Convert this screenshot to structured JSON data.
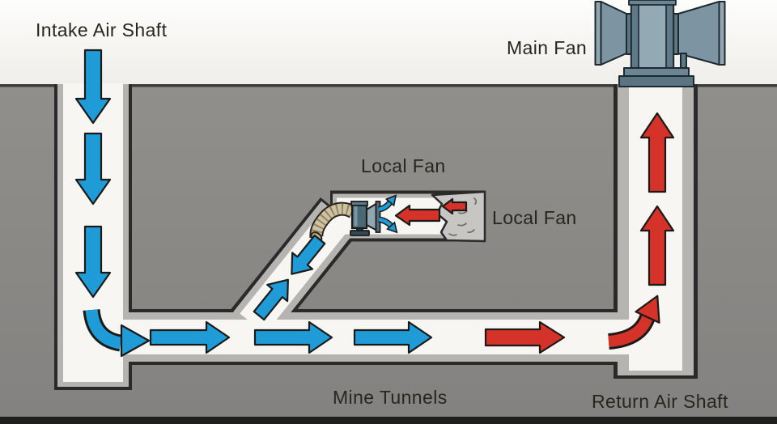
{
  "title": "Mine ventilation diagram",
  "labels": {
    "intake_shaft": "Intake Air Shaft",
    "main_fan": "Main Fan",
    "local_fan_top": "Local Fan",
    "local_fan_right": "Local Fan",
    "mine_tunnels": "Mine Tunnels",
    "return_shaft": "Return Air Shaft"
  },
  "colors": {
    "intake_air": "#1f9cd8",
    "return_air": "#d53229",
    "arrow_outline": "#1a1a18",
    "sky": "#fcfbf8",
    "ground": "#8e8d8a",
    "ground_line": "#3c3c38",
    "tunnel_lining": "#b5b4b1",
    "tunnel_interior": "#f8f6f2",
    "fan_metal": "#7d95a3",
    "fan_metal_dark": "#5d7885",
    "fan_metal_light": "#93a9b4",
    "duct": "#cfc2a0",
    "rock_face": "#c7c6c2"
  }
}
